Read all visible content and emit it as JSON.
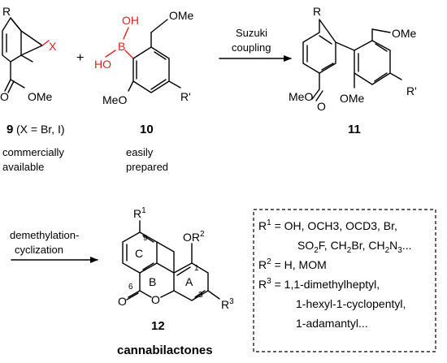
{
  "colors": {
    "highlight": "#e0211b",
    "ink": "#000000"
  },
  "reactants": {
    "compound9": {
      "substituent_top": "R",
      "halogen": "X",
      "ester_oxygen": "O",
      "ester_group": "OMe",
      "label_number": "9",
      "label_rest": " (X = Br, I)",
      "note_line1": "commercially",
      "note_line2": "available"
    },
    "plus": "+",
    "compound10": {
      "oh_top": "OH",
      "boron": "B",
      "oh_left": "HO",
      "ome_top": "OMe",
      "ome_bottom": "MeO",
      "substituent_right": "R'",
      "label_number": "10",
      "note_line1": "easily",
      "note_line2": "prepared"
    }
  },
  "arrow1": {
    "line1": "Suzuki",
    "line2": "coupling"
  },
  "product11": {
    "substituent_top": "R",
    "ome_top": "OMe",
    "ome_bottom": "OMe",
    "ester_group": "MeO",
    "ester_oxygen": "O",
    "substituent_right": "R'",
    "label_number": "11"
  },
  "arrow2": {
    "line1": "demethylation-",
    "line2": "cyclization"
  },
  "product12": {
    "r1_base": "R",
    "r1_sup": "1",
    "or2_base": "OR",
    "or2_sup": "2",
    "r3_base": "R",
    "r3_sup": "3",
    "ring_c": "C",
    "ring_b": "B",
    "ring_a": "A",
    "pos9": "9",
    "pos1": "1",
    "pos3": "3",
    "pos6": "6",
    "carbonyl_oxygen": "O",
    "ring_oxygen": "O",
    "label_number": "12",
    "name": "cannabilactones"
  },
  "substituent_box": {
    "r1_line1": "OH, OCH3, OCD3, Br,",
    "r1_line2_a": "SO",
    "r1_line2_b": "2",
    "r1_line2_c": "F, CH",
    "r1_line2_d": "2",
    "r1_line2_e": "Br, CH",
    "r1_line2_f": "2",
    "r1_line2_g": "N",
    "r1_line2_h": "3",
    "r1_line2_i": "...",
    "r2_line": "H, MOM",
    "r3_line1": "1,1-dimethylheptyl,",
    "r3_line2": "1-hexyl-1-cyclopentyl,",
    "r3_line3": "1-adamantyl..."
  }
}
